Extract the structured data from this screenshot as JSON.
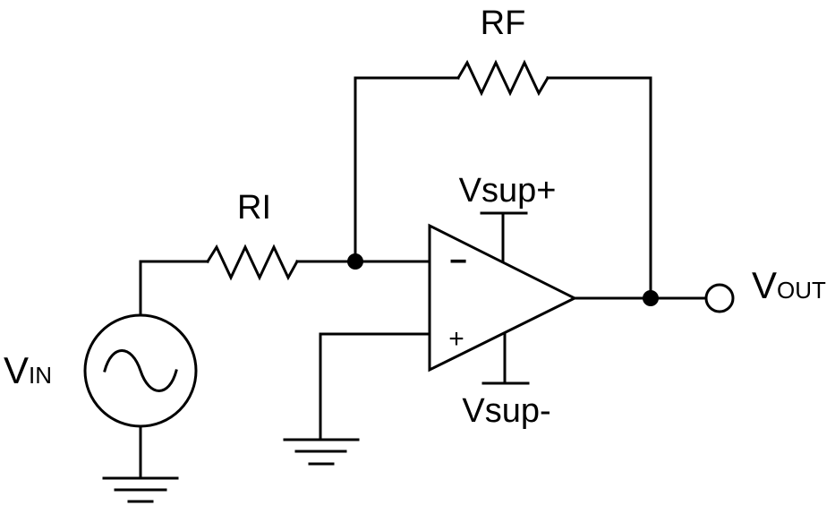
{
  "colors": {
    "line": "#000000",
    "background": "#ffffff"
  },
  "labels": {
    "rf": "RF",
    "ri": "RI",
    "vsup_plus": "Vsup+",
    "vsup_minus": "Vsup-",
    "vin_main": "V",
    "vin_sub": "IN",
    "vout_main": "V",
    "vout_sub": "OUT",
    "inverting_sign": "−",
    "noninverting_sign": "+"
  }
}
